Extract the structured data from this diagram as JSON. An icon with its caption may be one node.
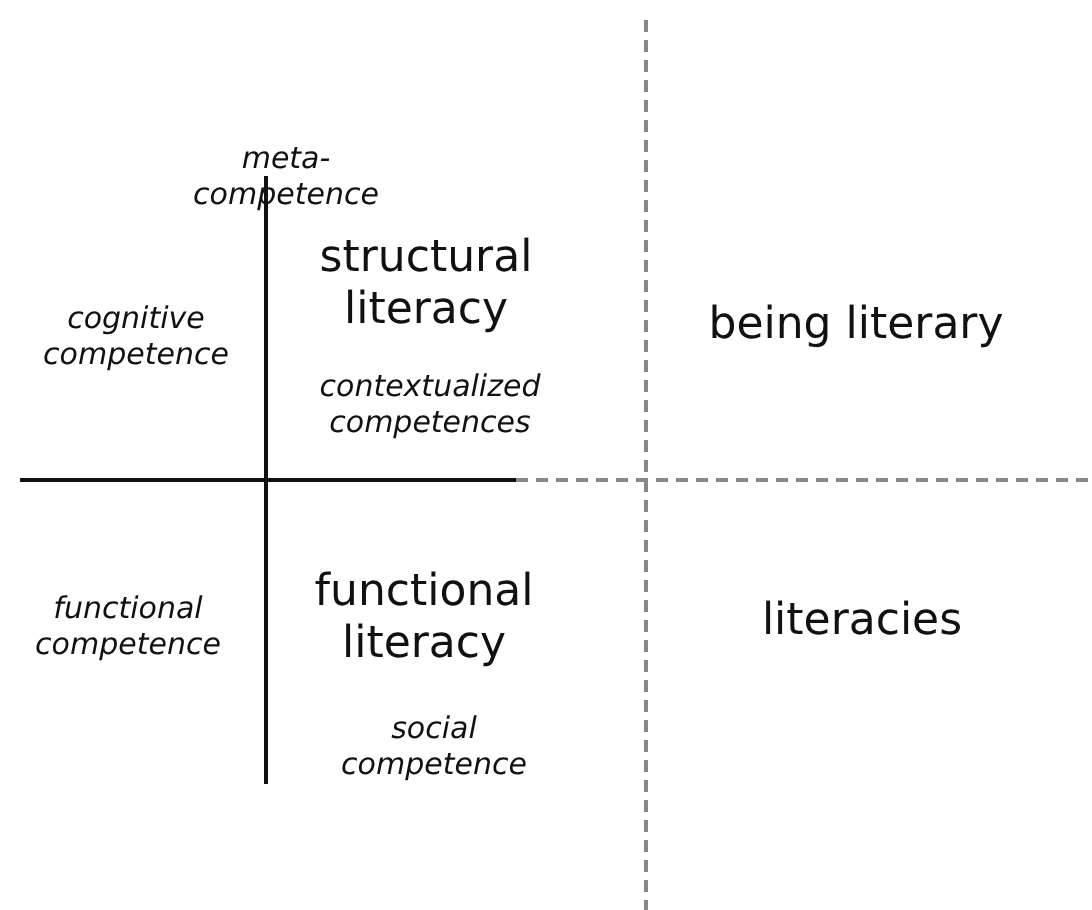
{
  "diagram": {
    "labels": [
      "meta-competence",
      "structural literacy",
      "cognitive competence",
      "being literary",
      "contextualized competences",
      "functional competence",
      "functional literacy",
      "literacies",
      "social competence"
    ]
  }
}
